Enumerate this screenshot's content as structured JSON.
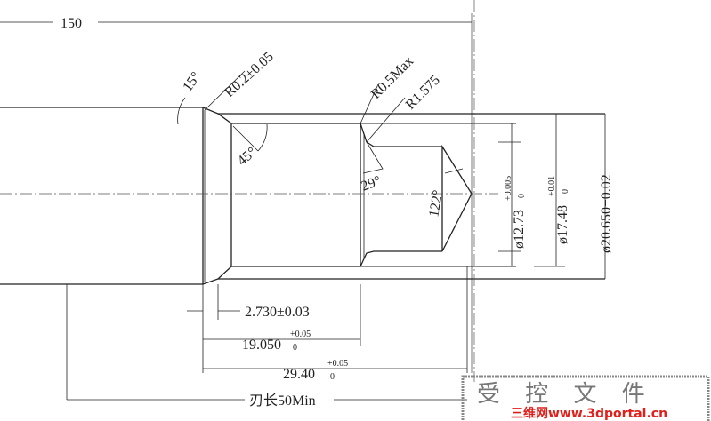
{
  "drawing": {
    "dimensions": {
      "overall_length": "150",
      "chamfer_angle": "15°",
      "corner_radius": "R0.2±0.05",
      "chamfer_45": "45°",
      "radius_max": "R0.5Max",
      "radius_step": "R1.575",
      "angle_29": "29°",
      "drill_point_angle": "122°",
      "dia_small": "ø12.73",
      "dia_small_tol_upper": "+0.005",
      "dia_small_tol_lower": "0",
      "dia_mid": "ø17.48",
      "dia_mid_tol_upper": "+0.01",
      "dia_mid_tol_lower": "0",
      "dia_outer": "ø20.650±0.02",
      "len_chamfer": "2.730±0.03",
      "len_step": "19.050",
      "len_step_tol_upper": "+0.05",
      "len_step_tol_lower": "0",
      "len_bore": "29.40",
      "len_bore_tol_upper": "+0.05",
      "len_bore_tol_lower": "0",
      "cutting_length": "刃长50Min"
    },
    "stamp": {
      "text": "受 控 文 件",
      "watermark": "三维网www.3dportal.cn",
      "watermark_color": "#e0201a"
    }
  }
}
